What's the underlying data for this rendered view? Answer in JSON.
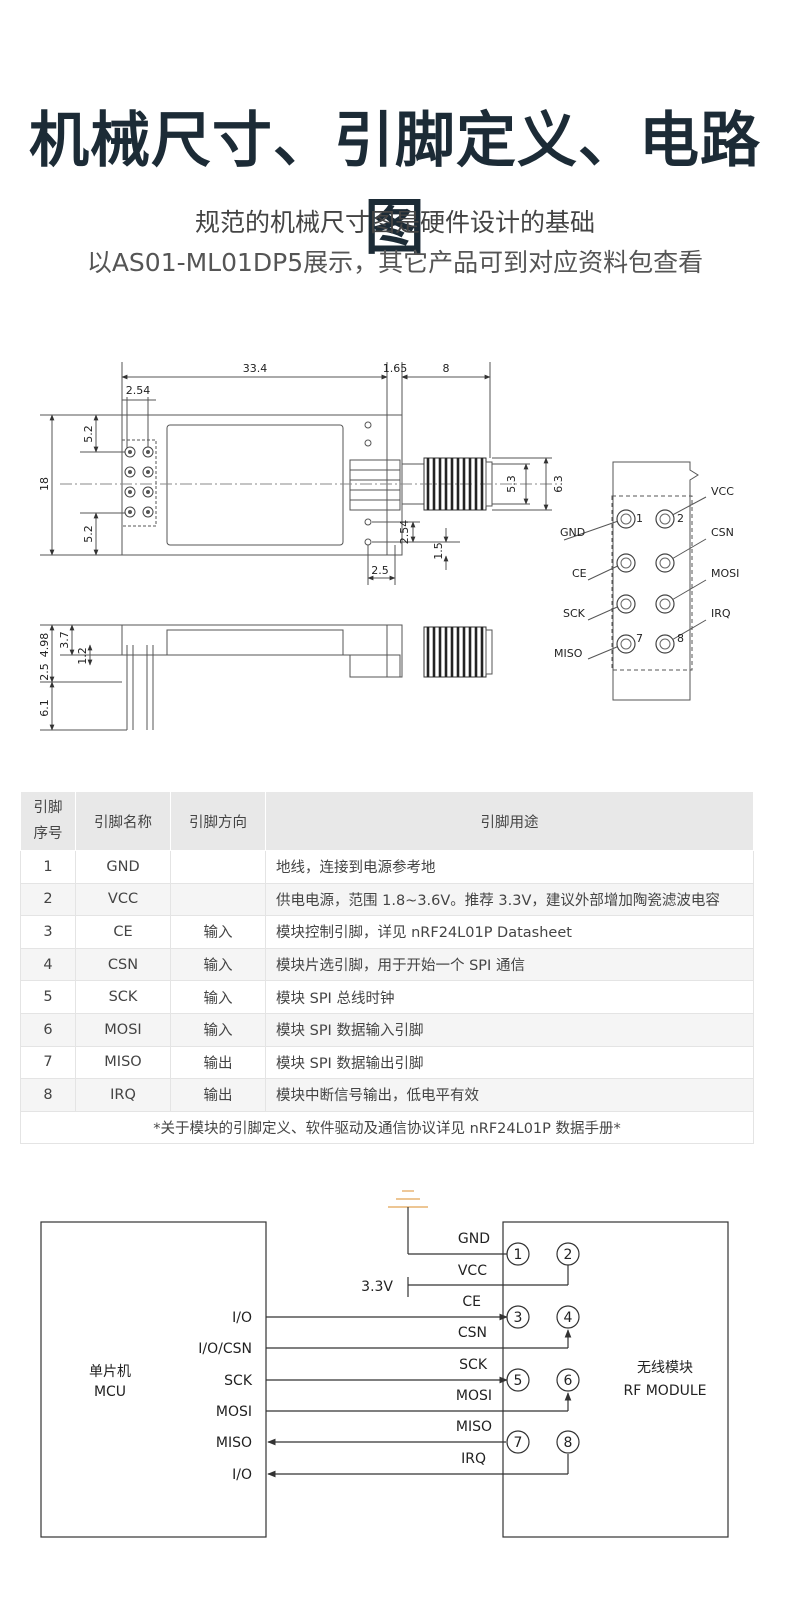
{
  "header": {
    "title": "机械尺寸、引脚定义、电路图",
    "subtitle_line1": "规范的机械尺寸图是硬件设计的基础",
    "subtitle_line2": "以AS01-ML01DP5展示，其它产品可到对应资料包查看"
  },
  "mechanical": {
    "dims": {
      "d_33_4": "33.4",
      "d_1_65": "1.65",
      "d_8": "8",
      "d_2_54_top": "2.54",
      "d_5_2_top": "5.2",
      "d_5_2_bottom": "5.2",
      "d_18": "18",
      "d_5_3": "5.3",
      "d_6_3": "6.3",
      "d_2_54_right": "2.54",
      "d_1_5": "1.5",
      "d_2_5": "2.5",
      "d_4_98": "4.98",
      "d_3_7": "3.7",
      "d_1_2": "1.2",
      "d_2_5_side": "2.5",
      "d_6_1": "6.1"
    },
    "pin_labels": {
      "gnd": "GND",
      "vcc": "VCC",
      "ce": "CE",
      "csn": "CSN",
      "sck": "SCK",
      "mosi": "MOSI",
      "miso": "MISO",
      "irq": "IRQ",
      "n1": "1",
      "n2": "2",
      "n7": "7",
      "n8": "8"
    }
  },
  "pin_table": {
    "headers": [
      "引脚\n序号",
      "引脚名称",
      "引脚方向",
      "引脚用途"
    ],
    "rows": [
      {
        "no": "1",
        "name": "GND",
        "dir": "",
        "use": "地线，连接到电源参考地"
      },
      {
        "no": "2",
        "name": "VCC",
        "dir": "",
        "use": "供电电源，范围 1.8~3.6V。推荐 3.3V，建议外部增加陶瓷滤波电容"
      },
      {
        "no": "3",
        "name": "CE",
        "dir": "输入",
        "use": "模块控制引脚，详见 nRF24L01P Datasheet"
      },
      {
        "no": "4",
        "name": "CSN",
        "dir": "输入",
        "use": "模块片选引脚，用于开始一个 SPI 通信"
      },
      {
        "no": "5",
        "name": "SCK",
        "dir": "输入",
        "use": "模块 SPI 总线时钟"
      },
      {
        "no": "6",
        "name": "MOSI",
        "dir": "输入",
        "use": "模块 SPI 数据输入引脚"
      },
      {
        "no": "7",
        "name": "MISO",
        "dir": "输出",
        "use": "模块 SPI 数据输出引脚"
      },
      {
        "no": "8",
        "name": "IRQ",
        "dir": "输出",
        "use": "模块中断信号输出，低电平有效"
      }
    ],
    "footnote": "*关于模块的引脚定义、软件驱动及通信协议详见 nRF24L01P 数据手册*"
  },
  "circuit": {
    "mcu_label_cn": "单片机",
    "mcu_label_en": "MCU",
    "rf_label_cn": "无线模块",
    "rf_label_en": "RF  MODULE",
    "mcu_pins": [
      "I/O",
      "I/O/CSN",
      "SCK",
      "MOSI",
      "MISO",
      "I/O"
    ],
    "rf_signals": [
      "GND",
      "VCC",
      "CE",
      "CSN",
      "SCK",
      "MOSI",
      "MISO",
      "IRQ"
    ],
    "supply": "3.3V",
    "pin_numbers": [
      "1",
      "2",
      "3",
      "4",
      "5",
      "6",
      "7",
      "8"
    ]
  }
}
